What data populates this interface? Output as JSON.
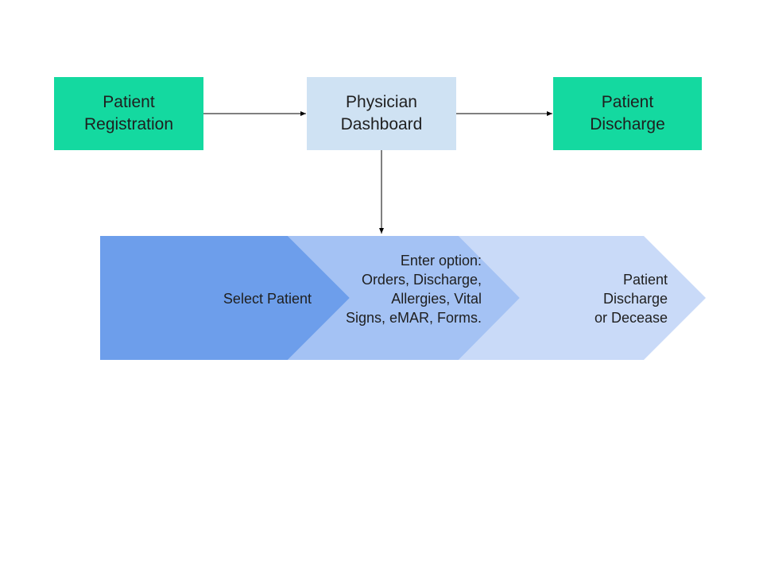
{
  "flow_boxes": {
    "registration": "Patient\nRegistration",
    "dashboard": "Physician\nDashboard",
    "discharge": "Patient\nDischarge"
  },
  "process_steps": [
    {
      "label": "Select Patient",
      "color": "#6d9eeb"
    },
    {
      "label": "Enter option:\nOrders, Discharge,\nAllergies, Vital\nSigns, eMAR, Forms.",
      "color": "#a4c2f4"
    },
    {
      "label": "Patient\nDischarge\nor Decease",
      "color": "#c9daf8"
    }
  ],
  "colors": {
    "terminal_box": "#14d9a0",
    "dashboard_box": "#cfe2f3",
    "arrow": "#000000"
  }
}
